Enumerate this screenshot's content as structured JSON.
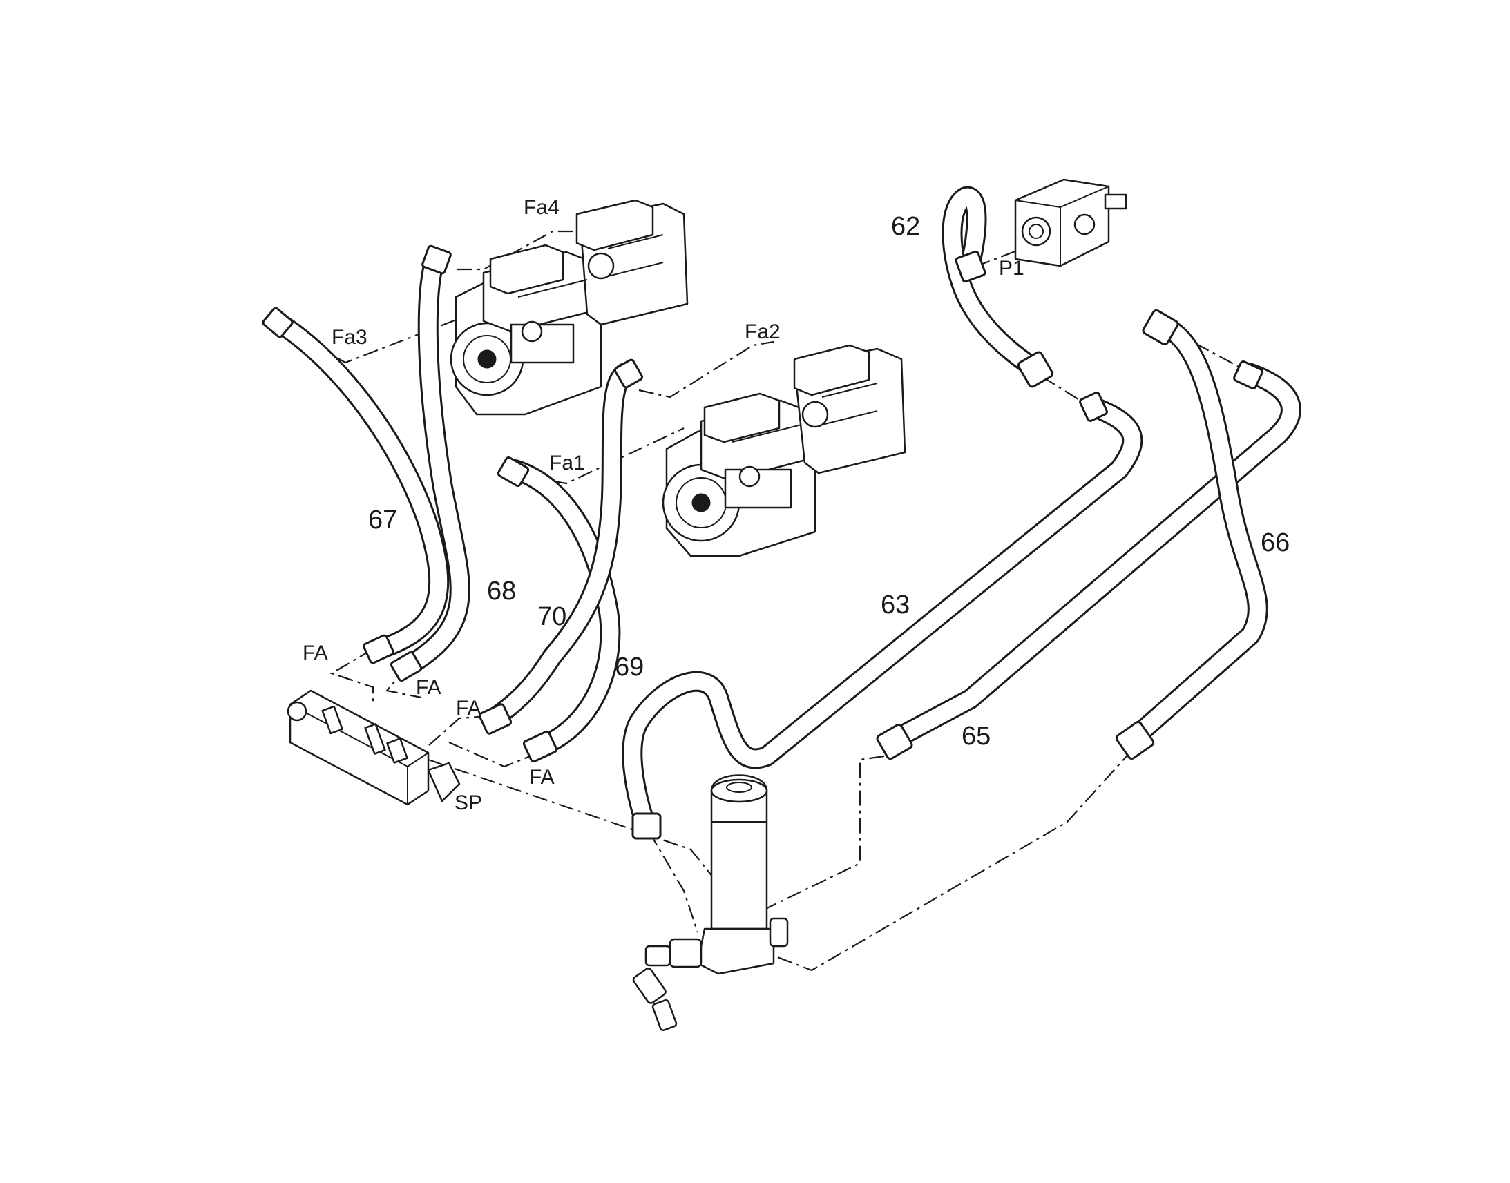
{
  "callouts": {
    "h62": "62",
    "h63": "63",
    "h65": "65",
    "h66": "66",
    "h67": "67",
    "h68": "68",
    "h69": "69",
    "h70": "70"
  },
  "ports": {
    "fa4": "Fa4",
    "fa3": "Fa3",
    "fa2": "Fa2",
    "fa1": "Fa1",
    "p1": "P1",
    "fa_a": "FA",
    "fa_b": "FA",
    "fa_c": "FA",
    "fa_d": "FA",
    "sp": "SP"
  },
  "icons": {
    "pump_upper": "hydraulic-pump-icon",
    "pump_lower": "hydraulic-pump-icon",
    "valve_block": "valve-block-icon",
    "manifold": "manifold-icon",
    "filter": "filter-housing-icon"
  }
}
